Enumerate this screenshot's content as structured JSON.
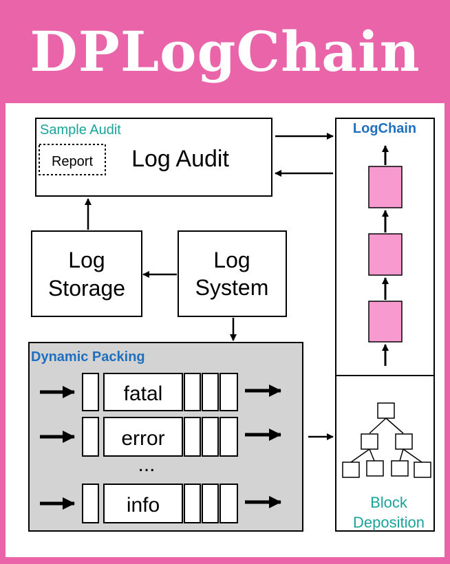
{
  "title": "DPLogChain",
  "colors": {
    "frame": "#ea64a9",
    "teal": "#1aa39a",
    "blue": "#1f6fbf",
    "block": "#f79ad0",
    "packing_bg": "#d3d3d3"
  },
  "audit": {
    "label": "Sample Audit",
    "name": "Log Audit",
    "report": "Report"
  },
  "storage": {
    "line1": "Log",
    "line2": "Storage"
  },
  "system": {
    "line1": "Log",
    "line2": "System"
  },
  "packing": {
    "label": "Dynamic Packing",
    "rows": [
      "fatal",
      "error",
      "info"
    ],
    "ellipsis": "..."
  },
  "logchain": {
    "label": "LogChain"
  },
  "deposition": {
    "line1": "Block",
    "line2": "Deposition"
  }
}
